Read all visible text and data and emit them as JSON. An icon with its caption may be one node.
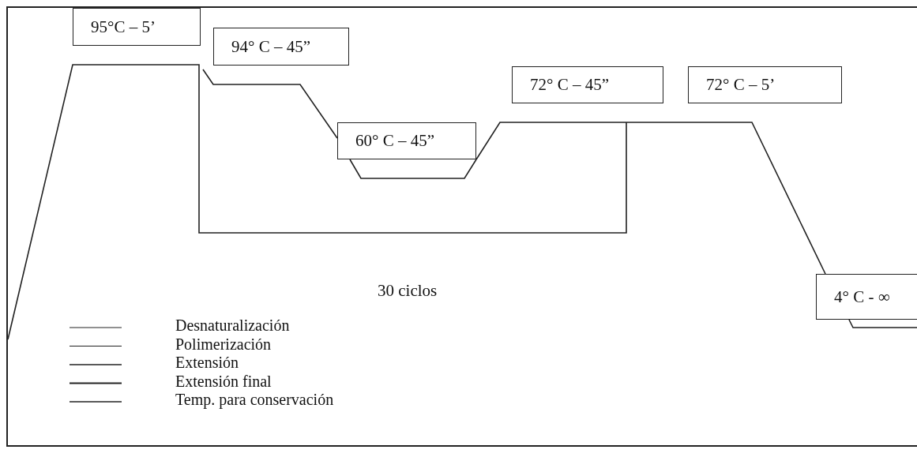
{
  "diagram": {
    "nodes": [
      {
        "text": [
          "95°C – 5’"
        ]
      },
      {
        "text": [
          "94° C – 45”"
        ]
      },
      {
        "text": [
          "60° C – 45”"
        ]
      },
      {
        "text": [
          "72° C – 45”"
        ]
      },
      {
        "text": [
          "72° C – 5’"
        ]
      },
      {
        "text": [
          "4° C - ∞"
        ]
      }
    ],
    "edges": [
      {
        "from": 1,
        "to": 2,
        "arrow": "none"
      },
      {
        "from": 2,
        "to": 5,
        "arrow": "none"
      }
    ],
    "labels": [
      "30 ciclos"
    ],
    "legend": [
      {
        "text": "Desnaturalización"
      },
      {
        "text": "Polimerización"
      },
      {
        "text": "Extensión"
      },
      {
        "text": "Extensión final"
      },
      {
        "text": "Temp. para conservación"
      }
    ]
  }
}
